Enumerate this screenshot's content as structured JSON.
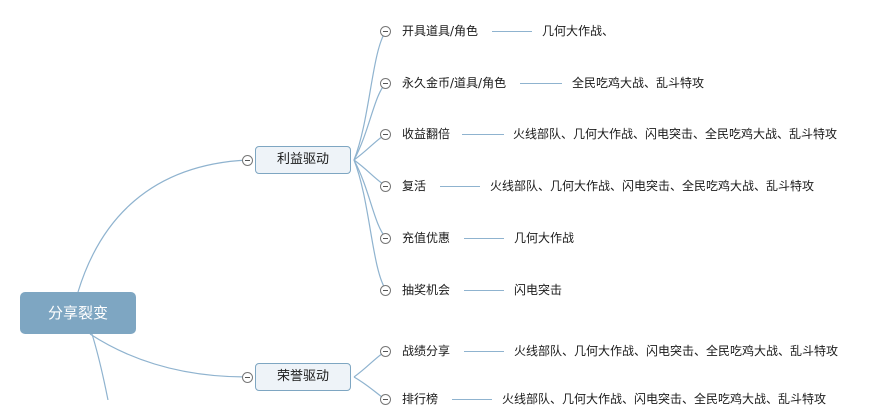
{
  "mindmap": {
    "root": {
      "label": "分享裂变"
    },
    "branches": [
      {
        "label": "利益驱动",
        "leaves": [
          {
            "label": "开具道具/角色",
            "detail": "几何大作战、"
          },
          {
            "label": "永久金币/道具/角色",
            "detail": "全民吃鸡大战、乱斗特攻"
          },
          {
            "label": "收益翻倍",
            "detail": "火线部队、几何大作战、闪电突击、全民吃鸡大战、乱斗特攻"
          },
          {
            "label": "复活",
            "detail": "火线部队、几何大作战、闪电突击、全民吃鸡大战、乱斗特攻"
          },
          {
            "label": "充值优惠",
            "detail": "几何大作战"
          },
          {
            "label": "抽奖机会",
            "detail": "闪电突击"
          }
        ]
      },
      {
        "label": "荣誉驱动",
        "leaves": [
          {
            "label": "战绩分享",
            "detail": "火线部队、几何大作战、闪电突击、全民吃鸡大战、乱斗特攻"
          },
          {
            "label": "排行榜",
            "detail": "火线部队、几何大作战、闪电突击、全民吃鸡大战、乱斗特攻"
          }
        ]
      }
    ]
  },
  "colors": {
    "connector": "#8fb3cf",
    "root_fill": "#7ea6c2",
    "branch_fill": "#eef3f8"
  }
}
